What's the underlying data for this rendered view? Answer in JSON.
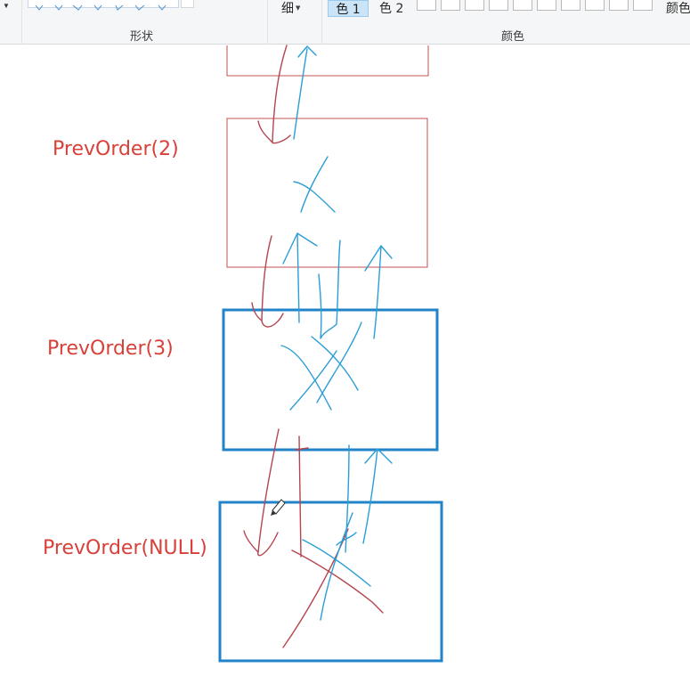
{
  "ribbon": {
    "shapes_group_label": "形状",
    "size_label": "细",
    "color1_label": "色 1",
    "color2_label": "色 2",
    "colors_group_label": "颜色",
    "edit_colors_label": "颜色"
  },
  "canvas": {
    "labels": [
      "PrevOrder(2)",
      "PrevOrder(3)",
      "PrevOrder(NULL)"
    ]
  },
  "colors": {
    "ink_red": "#b5454f",
    "ink_blue": "#2a9ed6",
    "box_blue": "#2183c8",
    "label_red": "#d8403a",
    "ribbon_bg": "#f5f6f7"
  }
}
